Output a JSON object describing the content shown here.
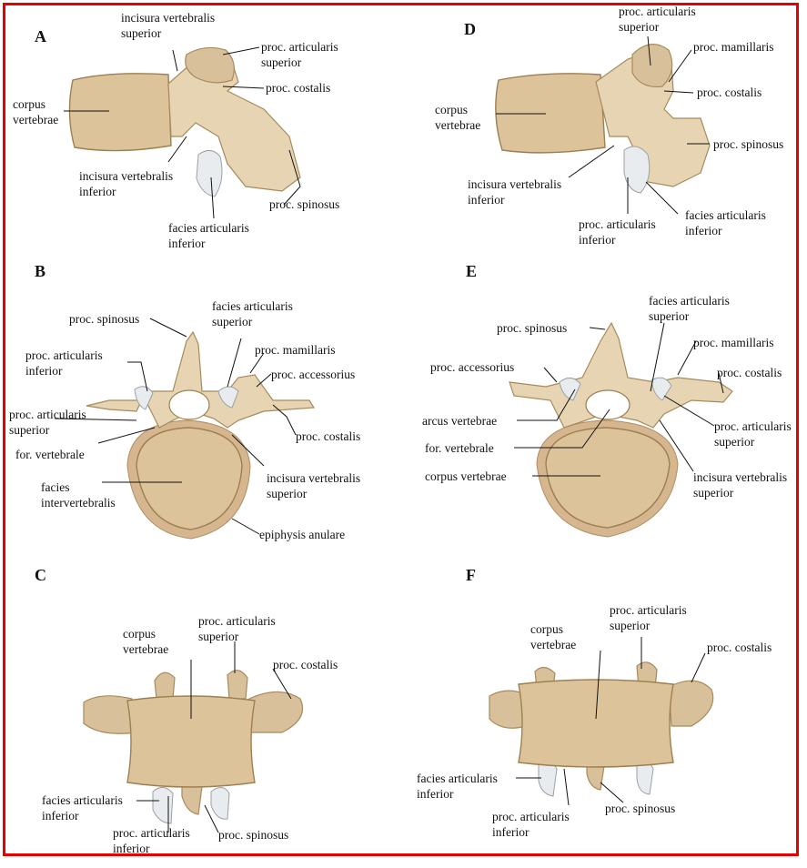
{
  "panels": {
    "A": {
      "letter": "A",
      "incisura_sup": "incisura vertebralis\nsuperior",
      "proc_art_sup": "proc. articularis\nsuperior",
      "proc_costalis": "proc. costalis",
      "corpus": "corpus\nvertebrae",
      "incisura_inf": "incisura vertebralis\ninferior",
      "proc_spinosus": "proc. spinosus",
      "facies_art_inf": "facies articularis\ninferior"
    },
    "B": {
      "letter": "B",
      "proc_spinosus": "proc. spinosus",
      "facies_art_sup": "facies articularis\nsuperior",
      "proc_art_inf": "proc. articularis\ninferior",
      "proc_mamillaris": "proc. mamillaris",
      "proc_accessorius": "proc. accessorius",
      "proc_art_sup": "proc. articularis\nsuperior",
      "proc_costalis": "proc. costalis",
      "for_vertebrale": "for. vertebrale",
      "incisura_sup": "incisura vertebralis\nsuperior",
      "facies_intervert": "facies\nintervertebralis",
      "epiphysis": "epiphysis anulare"
    },
    "C": {
      "letter": "C",
      "corpus": "corpus\nvertebrae",
      "proc_art_sup": "proc. articularis\nsuperior",
      "proc_costalis": "proc. costalis",
      "facies_art_inf": "facies articularis\ninferior",
      "proc_art_inf": "proc. articularis\ninferior",
      "proc_spinosus": "proc. spinosus"
    },
    "D": {
      "letter": "D",
      "proc_art_sup": "proc. articularis\nsuperior",
      "proc_mamillaris": "proc. mamillaris",
      "proc_costalis": "proc. costalis",
      "corpus": "corpus\nvertebrae",
      "proc_spinosus": "proc. spinosus",
      "incisura_inf": "incisura vertebralis\ninferior",
      "facies_art_inf": "facies articularis\ninferior",
      "proc_art_inf": "proc. articularis\ninferior"
    },
    "E": {
      "letter": "E",
      "proc_spinosus": "proc. spinosus",
      "facies_art_sup": "facies articularis\nsuperior",
      "proc_mamillaris": "proc. mamillaris",
      "proc_accessorius": "proc. accessorius",
      "proc_costalis": "proc. costalis",
      "arcus": "arcus vertebrae",
      "proc_art_sup": "proc. articularis\nsuperior",
      "for_vertebrale": "for. vertebrale",
      "incisura_sup": "incisura vertebralis\nsuperior",
      "corpus": "corpus vertebrae"
    },
    "F": {
      "letter": "F",
      "corpus": "corpus\nvertebrae",
      "proc_art_sup": "proc. articularis\nsuperior",
      "proc_costalis": "proc. costalis",
      "facies_art_inf": "facies articularis\ninferior",
      "proc_spinosus": "proc. spinosus",
      "proc_art_inf": "proc. articularis\ninferior"
    }
  },
  "colors": {
    "frame": "#e60000",
    "bone": "#e6d4b2",
    "cartilage": "#e9ecee",
    "text": "#111111"
  }
}
